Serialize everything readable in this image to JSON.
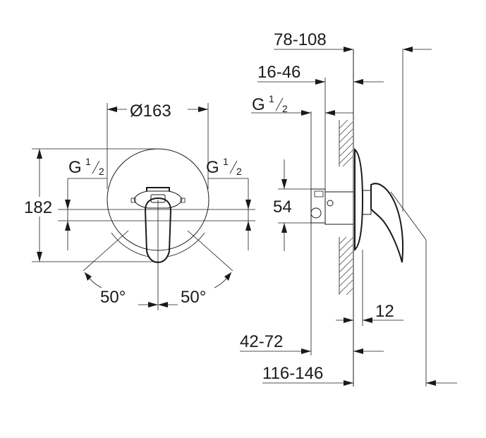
{
  "front_view": {
    "diameter_label": "Ø163",
    "thread_left": {
      "base": "G",
      "num": "1",
      "den": "2"
    },
    "thread_right": {
      "base": "G",
      "num": "1",
      "den": "2"
    },
    "height_label": "182",
    "angle_left_label": "50°",
    "angle_right_label": "50°"
  },
  "side_view": {
    "dim_overall_handle": "78-108",
    "dim_wall_plate": "16-46",
    "thread": {
      "base": "G",
      "num": "1",
      "den": "2"
    },
    "dim_body_height": "54",
    "dim_cover_thickness": "12",
    "dim_install_depth": "42-72",
    "dim_total_depth": "116-146"
  }
}
